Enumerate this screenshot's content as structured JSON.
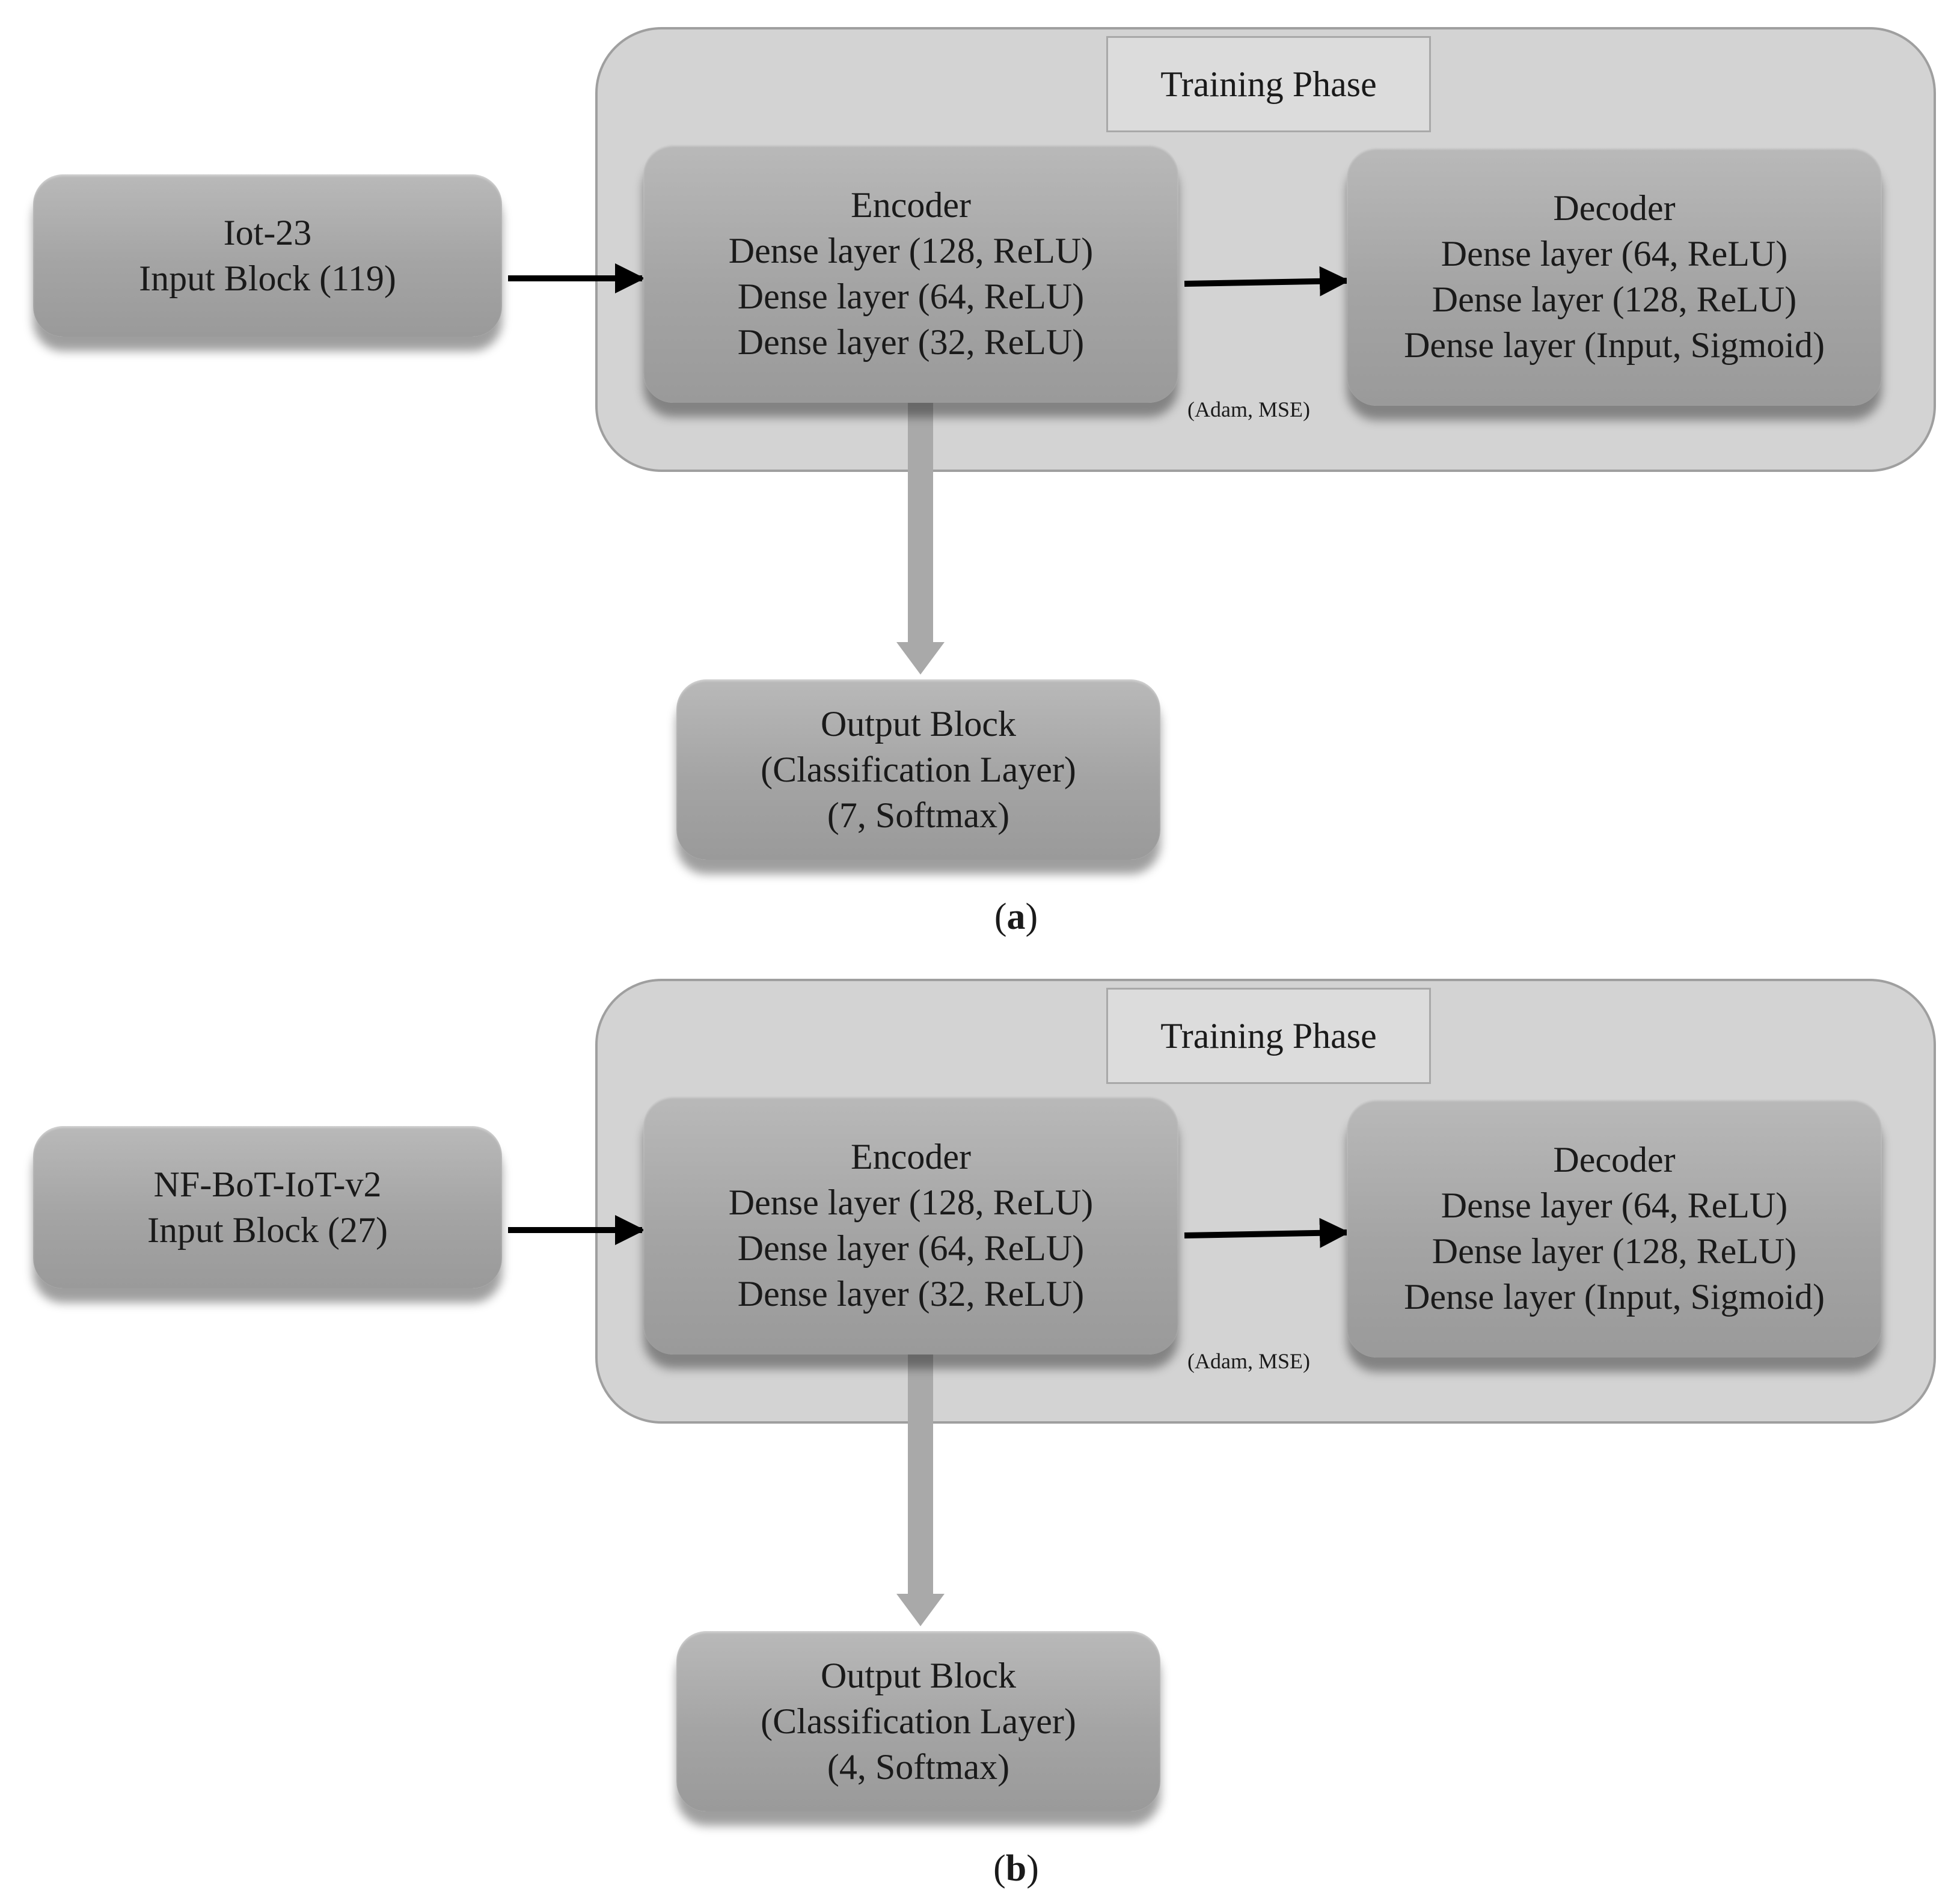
{
  "panels": [
    {
      "training": {
        "label": "Training Phase"
      },
      "input": {
        "line1": "Iot-23",
        "line2": "Input Block (119)"
      },
      "encoder": {
        "title": "Encoder",
        "layers": [
          "Dense layer (128, ReLU)",
          "Dense layer (64, ReLU)",
          "Dense layer (32, ReLU)"
        ]
      },
      "decoder": {
        "title": "Decoder",
        "layers": [
          "Dense layer (64, ReLU)",
          "Dense layer (128, ReLU)",
          "Dense layer (Input, Sigmoid)"
        ]
      },
      "optimizer_note": "(Adam, MSE)",
      "output": {
        "line1": "Output Block",
        "line2": "(Classification Layer)",
        "line3": "(7, Softmax)"
      },
      "caption": {
        "open": "(",
        "letter": "a",
        "close": ")"
      }
    },
    {
      "training": {
        "label": "Training Phase"
      },
      "input": {
        "line1": "NF-BoT-IoT-v2",
        "line2": "Input Block (27)"
      },
      "encoder": {
        "title": "Encoder",
        "layers": [
          "Dense layer (128, ReLU)",
          "Dense layer (64, ReLU)",
          "Dense layer (32, ReLU)"
        ]
      },
      "decoder": {
        "title": "Decoder",
        "layers": [
          "Dense layer (64, ReLU)",
          "Dense layer (128, ReLU)",
          "Dense layer (Input, Sigmoid)"
        ]
      },
      "optimizer_note": "(Adam, MSE)",
      "output": {
        "line1": "Output Block",
        "line2": "(Classification Layer)",
        "line3": "(4, Softmax)"
      },
      "caption": {
        "open": "(",
        "letter": "b",
        "close": ")"
      }
    }
  ]
}
